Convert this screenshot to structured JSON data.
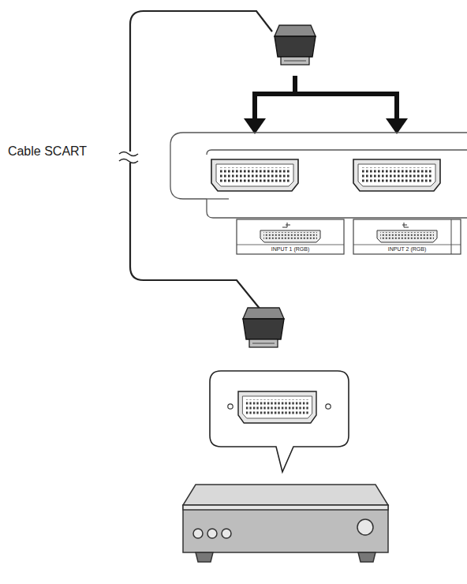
{
  "diagram": {
    "labels": [
      "Cable SCART",
      "INPUT 1 (RGB)",
      "INPUT 2 (RGB)"
    ]
  }
}
